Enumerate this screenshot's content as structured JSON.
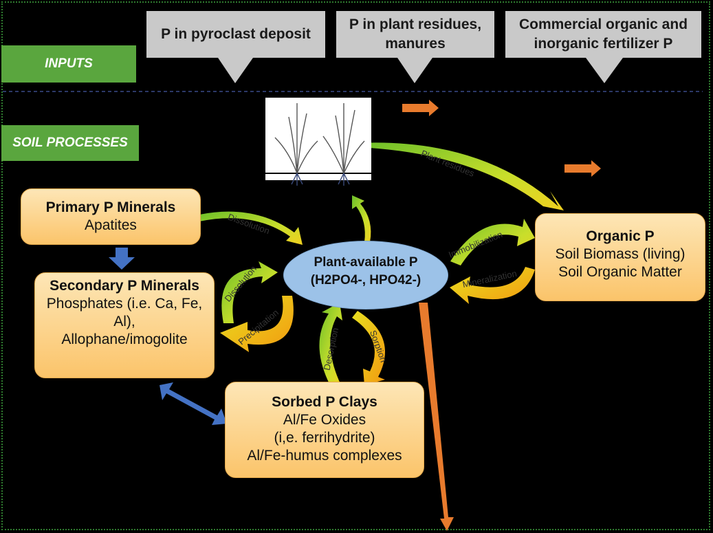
{
  "inputs": {
    "label": "INPUTS",
    "items": [
      {
        "text": "P in pyroclast deposit"
      },
      {
        "text": "P in plant residues,\nmanures"
      },
      {
        "text": "Commercial organic and\ninorganic fertilizer P"
      }
    ]
  },
  "soil_processes": {
    "label": "SOIL PROCESSES"
  },
  "boxes": {
    "primary": {
      "title": "Primary P Minerals",
      "lines": [
        "Apatites"
      ]
    },
    "secondary": {
      "title": "Secondary P Minerals",
      "lines": [
        "Phosphates (i.e. Ca, Fe, Al),",
        "Allophane/imogolite"
      ]
    },
    "sorbed": {
      "title": "Sorbed P Clays",
      "lines": [
        "Al/Fe Oxides",
        "(i,e. ferrihydrite)",
        "Al/Fe-humus complexes"
      ]
    },
    "organic": {
      "title": "Organic P",
      "lines": [
        "Soil Biomass (living)",
        "Soil Organic Matter"
      ]
    }
  },
  "center": {
    "line1": "Plant-available P",
    "line2": "(H2PO4-, HPO42-)"
  },
  "process_labels": {
    "dissolution_primary": "Dissolution",
    "dissolution_secondary": "Dissolution",
    "precipitation": "Precipitation",
    "desorption": "Desorption",
    "sorption": "Sorption",
    "immobilization": "Immobilization",
    "mineralization": "Mineralization",
    "plant_residues": "Plant residues"
  },
  "colors": {
    "green_label": "#5aa63e",
    "input_box": "#c9c9c9",
    "orange_arrow": "#e87b2d",
    "blue_arrow": "#4472c4"
  }
}
